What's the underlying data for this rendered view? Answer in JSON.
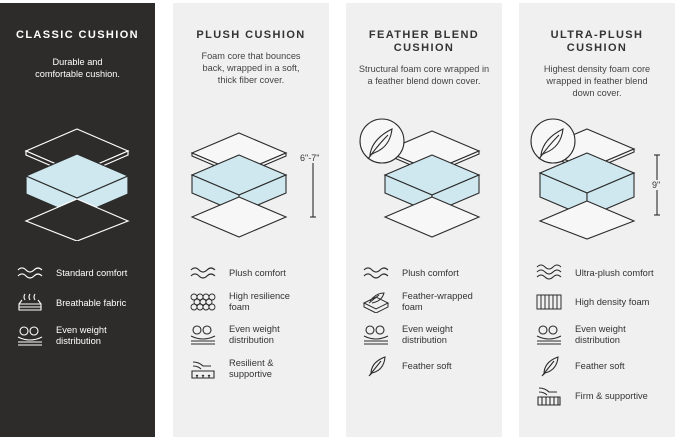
{
  "panels": [
    {
      "title": "CLASSIC CUSHION",
      "title_lines": [
        "CLASSIC CUSHION"
      ],
      "desc_lines": [
        "Durable and",
        "comfortable cushion."
      ],
      "features": [
        {
          "icon": "wave-icon",
          "label_lines": [
            "Standard comfort"
          ]
        },
        {
          "icon": "breathable-fabric-icon",
          "label_lines": [
            "Breathable fabric"
          ]
        },
        {
          "icon": "weight-distribution-icon",
          "label_lines": [
            "Even weight",
            "distribution"
          ]
        }
      ]
    },
    {
      "title_lines": [
        "PLUSH CUSHION"
      ],
      "desc_lines": [
        "Foam core that bounces",
        "back, wrapped in a soft,",
        "thick fiber cover."
      ],
      "height_label": "6\"-7\"",
      "features": [
        {
          "icon": "wave-icon",
          "label_lines": [
            "Plush comfort"
          ]
        },
        {
          "icon": "foam-cells-icon",
          "label_lines": [
            "High resilience",
            "foam"
          ]
        },
        {
          "icon": "weight-distribution-icon",
          "label_lines": [
            "Even weight",
            "distribution"
          ]
        },
        {
          "icon": "hand-press-icon",
          "label_lines": [
            "Resilient &",
            "supportive"
          ]
        }
      ]
    },
    {
      "title_lines": [
        "FEATHER BLEND",
        "CUSHION"
      ],
      "desc_lines": [
        "Structural foam core wrapped in",
        "a feather blend down cover."
      ],
      "features": [
        {
          "icon": "wave-icon",
          "label_lines": [
            "Plush comfort"
          ]
        },
        {
          "icon": "feather-wrapped-icon",
          "label_lines": [
            "Feather-wrapped",
            "foam"
          ]
        },
        {
          "icon": "weight-distribution-icon",
          "label_lines": [
            "Even weight",
            "distribution"
          ]
        },
        {
          "icon": "feather-icon",
          "label_lines": [
            "Feather soft"
          ]
        }
      ]
    },
    {
      "title_lines": [
        "ULTRA-PLUSH",
        "CUSHION"
      ],
      "desc_lines": [
        "Highest density foam core",
        "wrapped in feather blend",
        "down cover."
      ],
      "height_label": "9\"",
      "features": [
        {
          "icon": "wave-icon",
          "label_lines": [
            "Ultra-plush comfort"
          ]
        },
        {
          "icon": "density-foam-icon",
          "label_lines": [
            "High density foam"
          ]
        },
        {
          "icon": "weight-distribution-icon",
          "label_lines": [
            "Even weight",
            "distribution"
          ]
        },
        {
          "icon": "feather-icon",
          "label_lines": [
            "Feather soft"
          ]
        },
        {
          "icon": "hand-press-icon",
          "label_lines": [
            "Firm & supportive"
          ]
        }
      ]
    }
  ],
  "colors": {
    "dark_bg": "#2d2c2a",
    "light_bg": "#f0f0f0",
    "foam": "#cfe8ef",
    "line_dark": "#ffffff",
    "line_light": "#2b2b2b"
  }
}
